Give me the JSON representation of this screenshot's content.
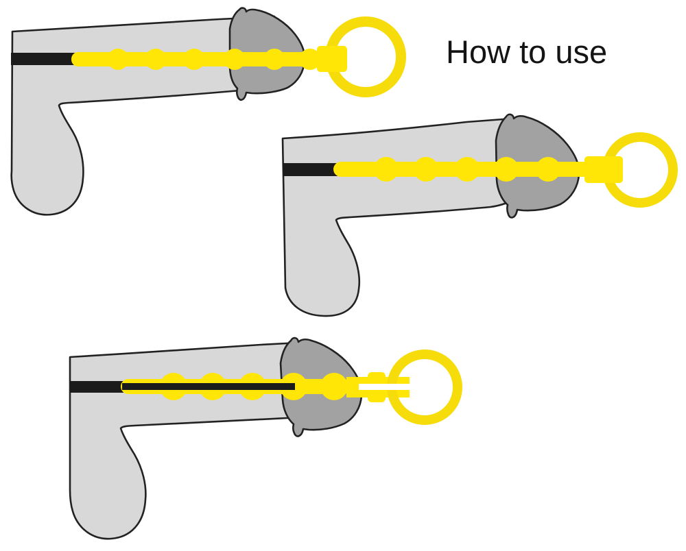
{
  "title": "How to use",
  "colors": {
    "background": "#ffffff",
    "text": "#141414",
    "outline": "#222222",
    "skin_fill": "#d8d8d8",
    "glans_fill": "#a2a2a2",
    "urethra_black": "#1b1b1b",
    "device_yellow": "#ffe607",
    "ring_yellow": "#f7dc0b"
  },
  "steps": [
    {
      "name": "step-1",
      "description": "beaded sound partially inserted into urethra",
      "visible_beads": 6
    },
    {
      "name": "step-2",
      "description": "beaded sound inserted deeper",
      "visible_beads": 5
    },
    {
      "name": "step-3",
      "description": "sound fully inserted, pull ring resting at tip",
      "visible_beads": 5
    }
  ]
}
